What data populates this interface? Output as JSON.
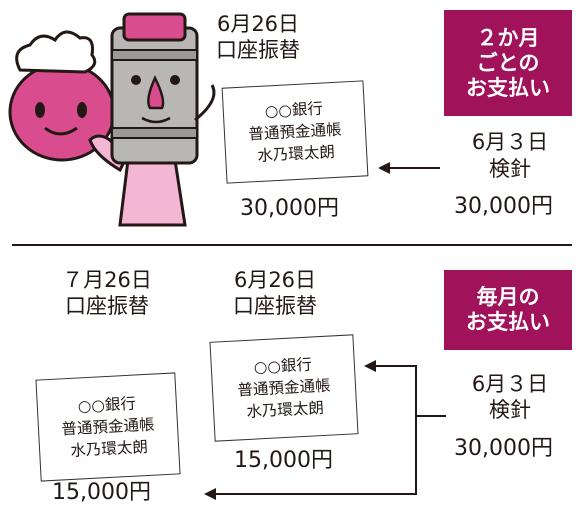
{
  "top": {
    "transfer_date": "6月26日",
    "transfer_label": "口座振替",
    "card": {
      "bank": "○○銀行",
      "account": "普通預金通帳",
      "holder": "水乃環太朗"
    },
    "amount": "30,000円",
    "badge": [
      "２か月",
      "ごとの",
      "お支払い"
    ],
    "reading_date": "6月３日",
    "reading_label": "検針",
    "reading_amount": "30,000円"
  },
  "bottom": {
    "transfer1_date": "７月26日",
    "transfer1_label": "口座振替",
    "transfer2_date": "6月26日",
    "transfer2_label": "口座振替",
    "card_left": {
      "bank": "○○銀行",
      "account": "普通預金通帳",
      "holder": "水乃環太朗"
    },
    "card_right": {
      "bank": "○○銀行",
      "account": "普通預金通帳",
      "holder": "水乃環太朗"
    },
    "amount_right": "15,000円",
    "amount_left": "15,000円",
    "badge": [
      "毎月の",
      "お支払い"
    ],
    "reading_date": "6月３日",
    "reading_label": "検針",
    "reading_amount": "30,000円"
  },
  "colors": {
    "badge": "#a0125a",
    "mascot_pink": "#d94d8f",
    "meter_gray": "#b9b7b5"
  }
}
